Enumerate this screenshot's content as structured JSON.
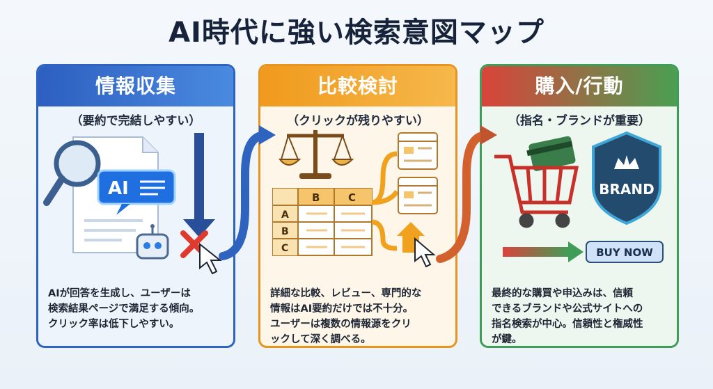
{
  "title": "AI時代に強い検索意図マップ",
  "panels": [
    {
      "header": "情報収集",
      "subtitle": "（要約で完結しやすい）",
      "badge": "AI",
      "description": [
        "AIが回答を生成し、ユーザーは",
        "検索結果ページで満足する傾向。",
        "クリック率は低下しやすい。"
      ]
    },
    {
      "header": "比較検討",
      "subtitle": "（クリックが残りやすい）",
      "table_headers": [
        "B",
        "C"
      ],
      "table_rows": [
        "A",
        "B",
        "C"
      ],
      "description": [
        "詳細な比較、レビュー、専門的な",
        "情報はAI要約だけでは不十分。",
        "ユーザーは複数の情報源をクリ",
        "ックして深く調べる。"
      ]
    },
    {
      "header": "購入/行動",
      "subtitle": "（指名・ブランドが重要）",
      "brand_label": "BRAND",
      "buy_label": "BUY NOW",
      "description": [
        "最終的な購買や申込みは、信頼",
        "できるブランドや公式サイトへの",
        "指名検索が中心。信頼性と権威性",
        "が鍵。"
      ]
    }
  ],
  "colors": {
    "info": "#2f63c0",
    "compare": "#e8941e",
    "action": "#3f9d57",
    "cross": "#e03a2e"
  },
  "icons": [
    "magnifier-icon",
    "document-icon",
    "ai-chat-icon",
    "down-arrow-icon",
    "cross-icon",
    "cursor-icon",
    "robot-icon",
    "scales-icon",
    "table-icon",
    "webpage-icon",
    "up-arrow-icon",
    "cart-icon",
    "credit-card-icon",
    "brand-shield-icon",
    "crown-icon",
    "right-arrow-icon"
  ]
}
